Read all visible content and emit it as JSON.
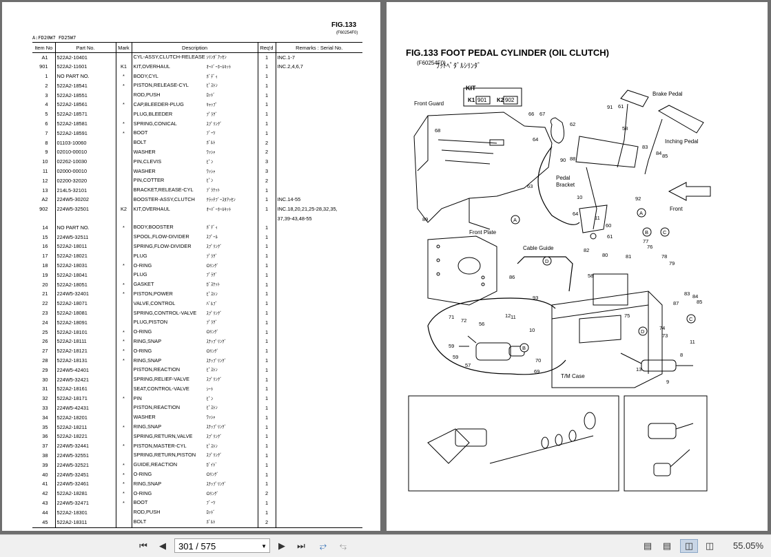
{
  "left_page": {
    "fig": "FIG.133",
    "fig_code": "(F60254F0)",
    "model": "A:FD20W7 FD25W7",
    "headers": {
      "item": "Item No",
      "part": "Part No.",
      "mark": "Mark",
      "desc": "Description",
      "req": "Req'd",
      "remarks": "Remarks : Serial No."
    },
    "rows": [
      {
        "item": "A1",
        "part": "522A2-10401",
        "mark": "",
        "desc": "CYL-ASSY,CLUTCH-RELEASE",
        "jp": "ｼﾘﾝﾀﾞｱｯｾﾝ",
        "req": "1",
        "remarks": "INC.1-7"
      },
      {
        "item": "901",
        "part": "522A2-11601",
        "mark": "K1",
        "desc": "KIT,OVERHAUL",
        "jp": "ｵｰﾊﾞｰﾎｰﾙｷｯﾄ",
        "req": "1",
        "remarks": "INC.2,4,6,7"
      },
      {
        "item": "1",
        "part": "NO PART NO.",
        "mark": "*",
        "desc": "BODY,CYL",
        "jp": "ﾎﾞﾃﾞｨ",
        "req": "1",
        "remarks": ""
      },
      {
        "item": "2",
        "part": "522A2-18541",
        "mark": "*",
        "desc": "PISTON,RELEASE-CYL",
        "jp": "ﾋﾟｽﾄﾝ",
        "req": "1",
        "remarks": ""
      },
      {
        "item": "3",
        "part": "522A2-18551",
        "mark": "",
        "desc": "ROD,PUSH",
        "jp": "ﾛｯﾄﾞ",
        "req": "1",
        "remarks": ""
      },
      {
        "item": "4",
        "part": "522A2-18561",
        "mark": "*",
        "desc": "CAP,BLEEDER-PLUG",
        "jp": "ｷｬｯﾌﾟ",
        "req": "1",
        "remarks": ""
      },
      {
        "item": "5",
        "part": "522A2-18571",
        "mark": "",
        "desc": "PLUG,BLEEDER",
        "jp": "ﾌﾟﾗｸﾞ",
        "req": "1",
        "remarks": ""
      },
      {
        "item": "6",
        "part": "522A2-18581",
        "mark": "*",
        "desc": "SPRING,CONICAL",
        "jp": "ｽﾌﾟﾘﾝｸﾞ",
        "req": "1",
        "remarks": ""
      },
      {
        "item": "7",
        "part": "522A2-18591",
        "mark": "*",
        "desc": "BOOT",
        "jp": "ﾌﾞｰﾂ",
        "req": "1",
        "remarks": ""
      },
      {
        "item": "8",
        "part": "01103-10060",
        "mark": "",
        "desc": "BOLT",
        "jp": "ﾎﾞﾙﾄ",
        "req": "2",
        "remarks": ""
      },
      {
        "item": "9",
        "part": "02010-00010",
        "mark": "",
        "desc": "WASHER",
        "jp": "ﾜｯｼｬ",
        "req": "2",
        "remarks": ""
      },
      {
        "item": "10",
        "part": "02262-10030",
        "mark": "",
        "desc": "PIN,CLEVIS",
        "jp": "ﾋﾟﾝ",
        "req": "3",
        "remarks": ""
      },
      {
        "item": "11",
        "part": "02000-00010",
        "mark": "",
        "desc": "WASHER",
        "jp": "ﾜｯｼｬ",
        "req": "3",
        "remarks": ""
      },
      {
        "item": "12",
        "part": "02200-32020",
        "mark": "",
        "desc": "PIN,COTTER",
        "jp": "ﾋﾟﾝ",
        "req": "2",
        "remarks": ""
      },
      {
        "item": "13",
        "part": "214L5-32101",
        "mark": "",
        "desc": "BRACKET,RELEASE-CYL",
        "jp": "ﾌﾞﾗｹｯﾄ",
        "req": "1",
        "remarks": ""
      },
      {
        "item": "A2",
        "part": "224W5-30202",
        "mark": "",
        "desc": "BOOSTER-ASSY,CLUTCH",
        "jp": "ｸﾗｯﾁﾌﾞｰｽﾀｱｯｾﾝ",
        "req": "1",
        "remarks": "INC.14-55"
      },
      {
        "item": "902",
        "part": "224W5-32501",
        "mark": "K2",
        "desc": "KIT,OVERHAUL",
        "jp": "ｵｰﾊﾞｰﾎｰﾙｷｯﾄ",
        "req": "1",
        "remarks": "INC.18,20,21,25-28,32,35,"
      },
      {
        "item": "",
        "part": "",
        "mark": "",
        "desc": "",
        "jp": "",
        "req": "",
        "remarks": "37,39-43,48-55"
      },
      {
        "item": "14",
        "part": "NO PART NO.",
        "mark": "*",
        "desc": "BODY,BOOSTER",
        "jp": "ﾎﾞﾃﾞｨ",
        "req": "1",
        "remarks": ""
      },
      {
        "item": "15",
        "part": "224W5-32511",
        "mark": "",
        "desc": "SPOOL,FLOW-DIVIDER",
        "jp": "ｽﾌﾟｰﾙ",
        "req": "1",
        "remarks": ""
      },
      {
        "item": "16",
        "part": "522A2-18011",
        "mark": "",
        "desc": "SPRING,FLOW-DIVIDER",
        "jp": "ｽﾌﾟﾘﾝｸﾞ",
        "req": "1",
        "remarks": ""
      },
      {
        "item": "17",
        "part": "522A2-18021",
        "mark": "",
        "desc": "PLUG",
        "jp": "ﾌﾟﾗｸﾞ",
        "req": "1",
        "remarks": ""
      },
      {
        "item": "18",
        "part": "522A2-18031",
        "mark": "*",
        "desc": "O-RING",
        "jp": "Oﾘﾝｸﾞ",
        "req": "1",
        "remarks": ""
      },
      {
        "item": "19",
        "part": "522A2-18041",
        "mark": "",
        "desc": "PLUG",
        "jp": "ﾌﾟﾗｸﾞ",
        "req": "1",
        "remarks": ""
      },
      {
        "item": "20",
        "part": "522A2-18051",
        "mark": "*",
        "desc": "GASKET",
        "jp": "ｶﾞｽｹｯﾄ",
        "req": "1",
        "remarks": ""
      },
      {
        "item": "21",
        "part": "224W5-32401",
        "mark": "*",
        "desc": "PISTON,POWER",
        "jp": "ﾋﾟｽﾄﾝ",
        "req": "1",
        "remarks": ""
      },
      {
        "item": "22",
        "part": "522A2-18071",
        "mark": "",
        "desc": "VALVE,CONTROL",
        "jp": "ﾊﾞﾙﾌﾞ",
        "req": "1",
        "remarks": ""
      },
      {
        "item": "23",
        "part": "522A2-18081",
        "mark": "",
        "desc": "SPRING,CONTROL-VALVE",
        "jp": "ｽﾌﾟﾘﾝｸﾞ",
        "req": "1",
        "remarks": ""
      },
      {
        "item": "24",
        "part": "522A2-18091",
        "mark": "",
        "desc": "PLUG,PISTON",
        "jp": "ﾌﾟﾗｸﾞ",
        "req": "1",
        "remarks": ""
      },
      {
        "item": "25",
        "part": "522A2-18101",
        "mark": "*",
        "desc": "O-RING",
        "jp": "Oﾘﾝｸﾞ",
        "req": "1",
        "remarks": ""
      },
      {
        "item": "26",
        "part": "522A2-18111",
        "mark": "*",
        "desc": "RING,SNAP",
        "jp": "ｽﾅｯﾌﾟﾘﾝｸﾞ",
        "req": "1",
        "remarks": ""
      },
      {
        "item": "27",
        "part": "522A2-18121",
        "mark": "*",
        "desc": "O-RING",
        "jp": "Oﾘﾝｸﾞ",
        "req": "1",
        "remarks": ""
      },
      {
        "item": "28",
        "part": "522A2-18131",
        "mark": "*",
        "desc": "RING,SNAP",
        "jp": "ｽﾅｯﾌﾟﾘﾝｸﾞ",
        "req": "1",
        "remarks": ""
      },
      {
        "item": "29",
        "part": "224W5-42401",
        "mark": "",
        "desc": "PISTON,REACTION",
        "jp": "ﾋﾟｽﾄﾝ",
        "req": "1",
        "remarks": ""
      },
      {
        "item": "30",
        "part": "224W5-32421",
        "mark": "",
        "desc": "SPRING,RELIEF-VALVE",
        "jp": "ｽﾌﾟﾘﾝｸﾞ",
        "req": "1",
        "remarks": ""
      },
      {
        "item": "31",
        "part": "522A2-18161",
        "mark": "",
        "desc": "SEAT,CONTROL-VALVE",
        "jp": "ｼｰﾄ",
        "req": "1",
        "remarks": ""
      },
      {
        "item": "32",
        "part": "522A2-18171",
        "mark": "*",
        "desc": "PIN",
        "jp": "ﾋﾟﾝ",
        "req": "1",
        "remarks": ""
      },
      {
        "item": "33",
        "part": "224W5-42431",
        "mark": "",
        "desc": "PISTON,REACTION",
        "jp": "ﾋﾟｽﾄﾝ",
        "req": "1",
        "remarks": ""
      },
      {
        "item": "34",
        "part": "522A2-18201",
        "mark": "",
        "desc": "WASHER",
        "jp": "ﾜｯｼｬ",
        "req": "1",
        "remarks": ""
      },
      {
        "item": "35",
        "part": "522A2-18211",
        "mark": "*",
        "desc": "RING,SNAP",
        "jp": "ｽﾅｯﾌﾟﾘﾝｸﾞ",
        "req": "1",
        "remarks": ""
      },
      {
        "item": "36",
        "part": "522A2-18221",
        "mark": "",
        "desc": "SPRING,RETURN,VALVE",
        "jp": "ｽﾌﾟﾘﾝｸﾞ",
        "req": "1",
        "remarks": ""
      },
      {
        "item": "37",
        "part": "224W5-32441",
        "mark": "*",
        "desc": "PISTON,MASTER-CYL",
        "jp": "ﾋﾟｽﾄﾝ",
        "req": "1",
        "remarks": ""
      },
      {
        "item": "38",
        "part": "224W5-32551",
        "mark": "",
        "desc": "SPRING,RETURN,PISTON",
        "jp": "ｽﾌﾟﾘﾝｸﾞ",
        "req": "1",
        "remarks": ""
      },
      {
        "item": "39",
        "part": "224W5-32521",
        "mark": "*",
        "desc": "GUIDE,REACTION",
        "jp": "ｶﾞｲﾄﾞ",
        "req": "1",
        "remarks": ""
      },
      {
        "item": "40",
        "part": "224W5-32451",
        "mark": "*",
        "desc": "O-RING",
        "jp": "Oﾘﾝｸﾞ",
        "req": "1",
        "remarks": ""
      },
      {
        "item": "41",
        "part": "224W5-32461",
        "mark": "*",
        "desc": "RING,SNAP",
        "jp": "ｽﾅｯﾌﾟﾘﾝｸﾞ",
        "req": "1",
        "remarks": ""
      },
      {
        "item": "42",
        "part": "522A2-18281",
        "mark": "*",
        "desc": "O-RING",
        "jp": "Oﾘﾝｸﾞ",
        "req": "2",
        "remarks": ""
      },
      {
        "item": "43",
        "part": "224W5-32471",
        "mark": "*",
        "desc": "BOOT",
        "jp": "ﾌﾞｰﾂ",
        "req": "1",
        "remarks": ""
      },
      {
        "item": "44",
        "part": "522A2-18301",
        "mark": "",
        "desc": "ROD,PUSH",
        "jp": "ﾛｯﾄﾞ",
        "req": "1",
        "remarks": ""
      },
      {
        "item": "45",
        "part": "522A2-18311",
        "mark": "",
        "desc": "BOLT",
        "jp": "ﾎﾞﾙﾄ",
        "req": "2",
        "remarks": ""
      }
    ]
  },
  "right_page": {
    "title": "FIG.133    FOOT PEDAL CYLINDER (OIL CLUTCH)",
    "code": "(F60254F0)",
    "jp_title": "ﾌｯﾄﾍﾟﾀﾞﾙｼﾘﾝﾀﾞ",
    "kit_label": "KIT",
    "kit_k1": "K1",
    "kit_k1_num": "901",
    "kit_k2": "K2",
    "kit_k2_num": "902",
    "labels": {
      "front_guard": "Front Guard",
      "brake_pedal": "Brake Pedal",
      "inching_pedal": "Inching Pedal",
      "pedal_bracket_1": "Pedal",
      "pedal_bracket_2": "Bracket",
      "front": "Front",
      "front_plate": "Front Plate",
      "cable_guide": "Cable Guide",
      "tm_case": "T/M Case"
    },
    "callouts": [
      "66",
      "67",
      "62",
      "68",
      "64",
      "91",
      "61",
      "58",
      "90",
      "88",
      "83",
      "84",
      "85",
      "63",
      "10",
      "11",
      "92",
      "89",
      "64",
      "60",
      "61",
      "82",
      "80",
      "81",
      "77",
      "76",
      "78",
      "79",
      "58",
      "93",
      "75",
      "87",
      "83",
      "84",
      "85",
      "74",
      "73",
      "12",
      "11",
      "56",
      "71",
      "72",
      "10",
      "59",
      "59",
      "57",
      "70",
      "69",
      "13",
      "8",
      "11",
      "9",
      "86"
    ],
    "letters": [
      "A",
      "A",
      "B",
      "C",
      "D",
      "B",
      "C",
      "D"
    ]
  },
  "toolbar": {
    "page_value": "301 / 575",
    "zoom": "55.05%",
    "icons": [
      "first-page-icon",
      "prev-page-icon",
      "next-page-icon",
      "last-page-icon",
      "go-back-icon",
      "go-forward-icon",
      "single-page-icon",
      "continuous-icon",
      "two-page-icon",
      "two-page-continuous-icon"
    ]
  }
}
